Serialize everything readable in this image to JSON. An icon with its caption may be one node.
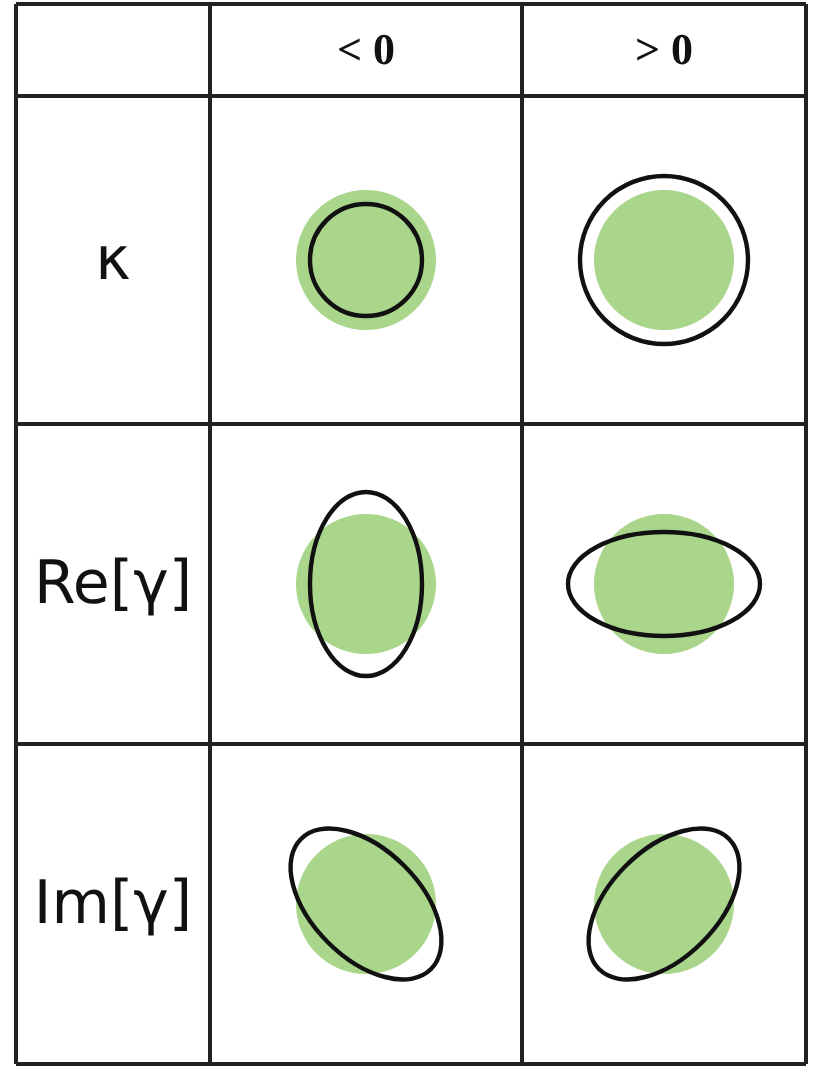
{
  "diagram": {
    "labels": [
      "< 0",
      "> 0",
      "κ",
      "Re[γ]",
      "Im[γ]"
    ]
  }
}
